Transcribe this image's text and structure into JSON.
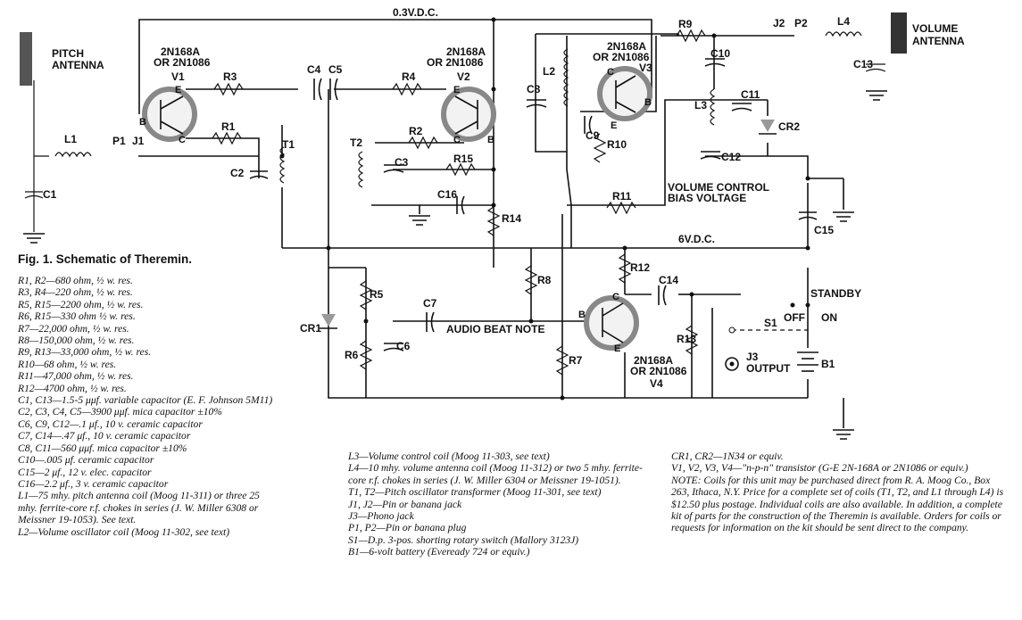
{
  "schematic": {
    "supply_top": "0.3V.D.C.",
    "supply_mid": "6V.D.C.",
    "pitch_antenna": "PITCH\nANTENNA",
    "volume_antenna": "VOLUME\nANTENNA",
    "volume_control": "VOLUME CONTROL\nBIAS VOLTAGE",
    "audio_note": "AUDIO BEAT NOTE",
    "standby": "STANDBY",
    "off": "OFF",
    "on": "ON",
    "output": "J3\nOUTPUT",
    "transistor_type": "2N168A\nOR 2N1086",
    "transistors": [
      "V1",
      "V2",
      "V3",
      "V4"
    ],
    "labels": {
      "R1": "R1",
      "R2": "R2",
      "R3": "R3",
      "R4": "R4",
      "R5": "R5",
      "R6": "R6",
      "R7": "R7",
      "R8": "R8",
      "R9": "R9",
      "R10": "R10",
      "R11": "R11",
      "R12": "R12",
      "R13": "R13",
      "R14": "R14",
      "R15": "R15",
      "C1": "C1",
      "C2": "C2",
      "C3": "C3",
      "C4": "C4",
      "C5": "C5",
      "C6": "C6",
      "C7": "C7",
      "C8": "C8",
      "C9": "C9",
      "C10": "C10",
      "C11": "C11",
      "C12": "C12",
      "C13": "C13",
      "C14": "C14",
      "C15": "C15",
      "C16": "C16",
      "L1": "L1",
      "L2": "L2",
      "L3": "L3",
      "L4": "L4",
      "T1": "T1",
      "T2": "T2",
      "CR1": "CR1",
      "CR2": "CR2",
      "S1": "S1",
      "B1": "B1",
      "J1": "J1",
      "J2": "J2",
      "P1": "P1",
      "P2": "P2"
    }
  },
  "caption": "Fig. 1. Schematic of Theremin.",
  "parts_col1": [
    "R1, R2—680 ohm, ½ w. res.",
    "R3, R4—220 ohm, ½ w. res.",
    "R5, R15—2200 ohm, ½ w. res.",
    "R6, R15—330 ohm ½ w. res.",
    "R7—22,000 ohm, ½ w. res.",
    "R8—150,000 ohm, ½ w. res.",
    "R9, R13—33,000 ohm, ½ w. res.",
    "R10—68 ohm, ½ w. res.",
    "R11—47,000 ohm, ½ w. res.",
    "R12—4700 ohm, ½ w. res.",
    "C1, C13—1.5-5 μμf. variable capacitor (E. F. Johnson 5M11)",
    "C2, C3, C4, C5—3900 μμf. mica capacitor ±10%",
    "C6, C9, C12—.1 μf., 10 v. ceramic capacitor",
    "C7, C14—.47 μf., 10 v. ceramic capacitor",
    "C8, C11—560 μμf. mica capacitor ±10%",
    "C10—.005 μf. ceramic capacitor",
    "C15—2 μf., 12 v. elec. capacitor",
    "C16—2.2 μf., 3 v. ceramic capacitor",
    "L1—75 mhy. pitch antenna coil (Moog 11-311) or three 25 mhy. ferrite-core r.f. chokes in series (J. W. Miller 6308 or Meissner 19-1053). See text.",
    "L2—Volume oscillator coil (Moog 11-302, see text)"
  ],
  "parts_col2": [
    "L3—Volume control coil (Moog 11-303, see text)",
    "L4—10 mhy. volume antenna coil (Moog 11-312) or two 5 mhy. ferrite-core r.f. chokes in series (J. W. Miller 6304 or Meissner 19-1051).",
    "T1, T2—Pitch oscillator transformer (Moog 11-301, see text)",
    "J1, J2—Pin or banana jack",
    "J3—Phono jack",
    "P1, P2—Pin or banana plug",
    "S1—D.p. 3-pos. shorting rotary switch (Mallory 3123J)",
    "B1—6-volt battery (Eveready 724 or equiv.)"
  ],
  "parts_col3": [
    "CR1, CR2—1N34 or equiv.",
    "V1, V2, V3, V4—\"n-p-n\" transistor (G-E 2N-168A or 2N1086 or equiv.)",
    "NOTE: Coils for this unit may be purchased direct from R. A. Moog Co., Box 263, Ithaca, N.Y. Price for a complete set of coils (T1, T2, and L1 through L4) is $12.50 plus postage. Individual coils are also available. In addition, a complete kit of parts for the construction of the Theremin is available. Orders for coils or requests for information on the kit should be sent direct to the company."
  ]
}
